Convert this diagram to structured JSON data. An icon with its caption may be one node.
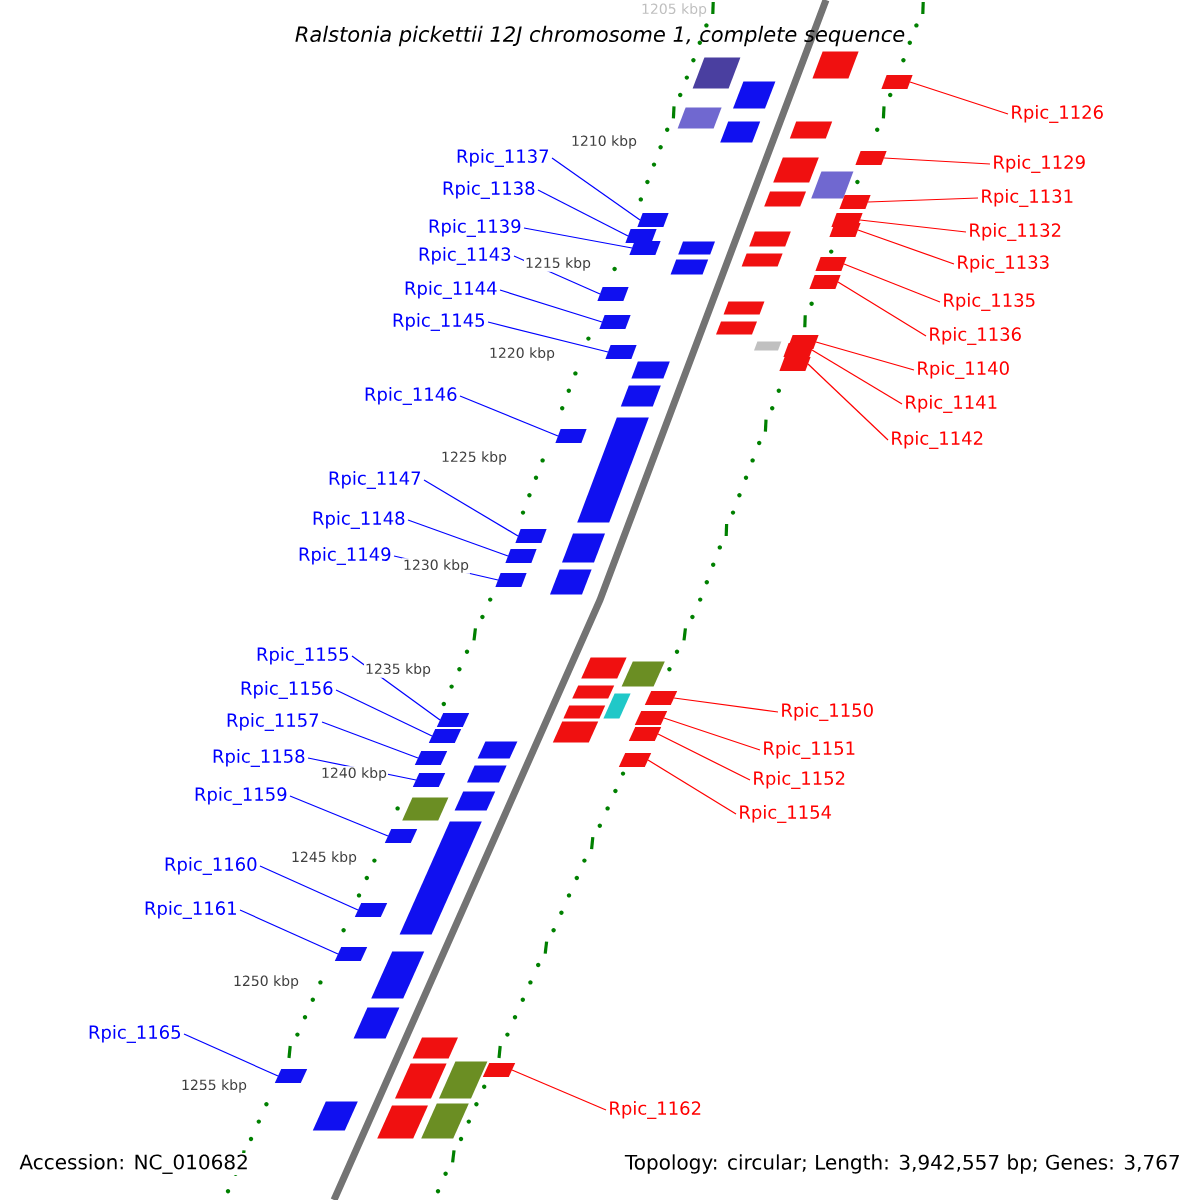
{
  "diagram": {
    "title": "Ralstonia pickettii 12J chromosome 1, complete sequence",
    "nodes": [
      {
        "text": [
          "Rpic_1126"
        ]
      },
      {
        "text": [
          "Rpic_1137"
        ]
      },
      {
        "text": [
          "Rpic_1129"
        ]
      },
      {
        "text": [
          "Rpic_1138"
        ]
      },
      {
        "text": [
          "Rpic_1131"
        ]
      },
      {
        "text": [
          "Rpic_1139"
        ]
      },
      {
        "text": [
          "Rpic_1132"
        ]
      },
      {
        "text": [
          "Rpic_1143"
        ]
      },
      {
        "text": [
          "Rpic_1133"
        ]
      },
      {
        "text": [
          "Rpic_1144"
        ]
      },
      {
        "text": [
          "Rpic_1135"
        ]
      },
      {
        "text": [
          "Rpic_1145"
        ]
      },
      {
        "text": [
          "Rpic_1136"
        ]
      },
      {
        "text": [
          "Rpic_1140"
        ]
      },
      {
        "text": [
          "Rpic_1146"
        ]
      },
      {
        "text": [
          "Rpic_1141"
        ]
      },
      {
        "text": [
          "Rpic_1142"
        ]
      },
      {
        "text": [
          "Rpic_1147"
        ]
      },
      {
        "text": [
          "Rpic_1148"
        ]
      },
      {
        "text": [
          "Rpic_1149"
        ]
      },
      {
        "text": [
          "Rpic_1155"
        ]
      },
      {
        "text": [
          "Rpic_1156"
        ]
      },
      {
        "text": [
          "Rpic_1150"
        ]
      },
      {
        "text": [
          "Rpic_1157"
        ]
      },
      {
        "text": [
          "Rpic_1151"
        ]
      },
      {
        "text": [
          "Rpic_1158"
        ]
      },
      {
        "text": [
          "Rpic_1152"
        ]
      },
      {
        "text": [
          "Rpic_1159"
        ]
      },
      {
        "text": [
          "Rpic_1154"
        ]
      },
      {
        "text": [
          "Rpic_1160"
        ]
      },
      {
        "text": [
          "Rpic_1161"
        ]
      },
      {
        "text": [
          "Rpic_1165"
        ]
      },
      {
        "text": [
          "Rpic_1162"
        ]
      },
      {
        "text": [],
        "shape": "bar"
      },
      {
        "text": [],
        "shape": "bar"
      },
      {
        "text": [],
        "shape": "bar"
      },
      {
        "text": [],
        "shape": "bar"
      },
      {
        "text": [],
        "shape": "bar"
      },
      {
        "text": [],
        "shape": "bar"
      },
      {
        "text": [],
        "shape": "bar"
      },
      {
        "text": [],
        "shape": "bar"
      },
      {
        "text": [],
        "shape": "bar"
      },
      {
        "text": [],
        "shape": "bar"
      },
      {
        "text": [],
        "shape": "bar"
      },
      {
        "text": [],
        "shape": "bar"
      },
      {
        "text": [],
        "shape": "bar"
      },
      {
        "text": [],
        "shape": "bar"
      },
      {
        "text": [],
        "shape": "bar"
      },
      {
        "text": [],
        "shape": "bar"
      },
      {
        "text": [],
        "shape": "bar"
      },
      {
        "text": [],
        "shape": "bar"
      },
      {
        "text": [],
        "shape": "bar"
      },
      {
        "text": [],
        "shape": "bar"
      },
      {
        "text": [],
        "shape": "bar"
      },
      {
        "text": [],
        "shape": "bar"
      },
      {
        "text": [],
        "shape": "bar"
      },
      {
        "text": [],
        "shape": "bar"
      },
      {
        "text": [],
        "shape": "bar"
      },
      {
        "text": [],
        "shape": "bar"
      },
      {
        "text": [],
        "shape": "bar"
      },
      {
        "text": [],
        "shape": "bar"
      },
      {
        "text": [],
        "shape": "bar"
      },
      {
        "text": [],
        "shape": "bar"
      },
      {
        "text": [],
        "shape": "bar"
      },
      {
        "text": [],
        "shape": "bar"
      },
      {
        "text": [],
        "shape": "bar"
      }
    ],
    "edges": [
      {
        "from": 0,
        "to": 33,
        "arrow": "none",
        "color": "#ff0000"
      },
      {
        "from": 1,
        "to": 34,
        "arrow": "none"
      },
      {
        "from": 2,
        "to": 35,
        "arrow": "none",
        "color": "#ff0000"
      },
      {
        "from": 3,
        "to": 36,
        "arrow": "none"
      },
      {
        "from": 4,
        "to": 37,
        "arrow": "none",
        "color": "#ff0000"
      },
      {
        "from": 5,
        "to": 38,
        "arrow": "none"
      },
      {
        "from": 6,
        "to": 39,
        "arrow": "none",
        "color": "#ff0000"
      },
      {
        "from": 7,
        "to": 40,
        "arrow": "none"
      },
      {
        "from": 8,
        "to": 41,
        "arrow": "none",
        "color": "#ff0000"
      },
      {
        "from": 9,
        "to": 42,
        "arrow": "none"
      },
      {
        "from": 10,
        "to": 43,
        "arrow": "none",
        "color": "#ff0000"
      },
      {
        "from": 11,
        "to": 44,
        "arrow": "none"
      },
      {
        "from": 12,
        "to": 45,
        "arrow": "none",
        "color": "#ff0000"
      },
      {
        "from": 13,
        "to": 46,
        "arrow": "none",
        "color": "#ff0000"
      },
      {
        "from": 14,
        "to": 47,
        "arrow": "none"
      },
      {
        "from": 15,
        "to": 48,
        "arrow": "none",
        "color": "#ff0000"
      },
      {
        "from": 16,
        "to": 49,
        "arrow": "none",
        "color": "#ff0000"
      },
      {
        "from": 17,
        "to": 50,
        "arrow": "none"
      },
      {
        "from": 18,
        "to": 51,
        "arrow": "none"
      },
      {
        "from": 19,
        "to": 52,
        "arrow": "none"
      },
      {
        "from": 20,
        "to": 53,
        "arrow": "none"
      },
      {
        "from": 21,
        "to": 54,
        "arrow": "none"
      },
      {
        "from": 22,
        "to": 55,
        "arrow": "none",
        "color": "#ff0000"
      },
      {
        "from": 23,
        "to": 56,
        "arrow": "none"
      },
      {
        "from": 24,
        "to": 57,
        "arrow": "none",
        "color": "#ff0000"
      },
      {
        "from": 25,
        "to": 58,
        "arrow": "none"
      },
      {
        "from": 26,
        "to": 59,
        "arrow": "none",
        "color": "#ff0000"
      },
      {
        "from": 27,
        "to": 60,
        "arrow": "none"
      },
      {
        "from": 28,
        "to": 61,
        "arrow": "none",
        "color": "#ff0000"
      },
      {
        "from": 29,
        "to": 62,
        "arrow": "none"
      },
      {
        "from": 30,
        "to": 63,
        "arrow": "none"
      },
      {
        "from": 31,
        "to": 64,
        "arrow": "none"
      },
      {
        "from": 32,
        "to": 65,
        "arrow": "none",
        "color": "#ff0000"
      }
    ],
    "labels": [
      "1205 kbp",
      "1210 kbp",
      "1215 kbp",
      "1220 kbp",
      "1225 kbp",
      "1230 kbp",
      "1235 kbp",
      "1240 kbp",
      "1245 kbp",
      "1250 kbp",
      "1255 kbp",
      "Accession: NC_010682",
      "Topology: circular; Length: 3,942,557 bp; Genes: 3,767"
    ]
  }
}
